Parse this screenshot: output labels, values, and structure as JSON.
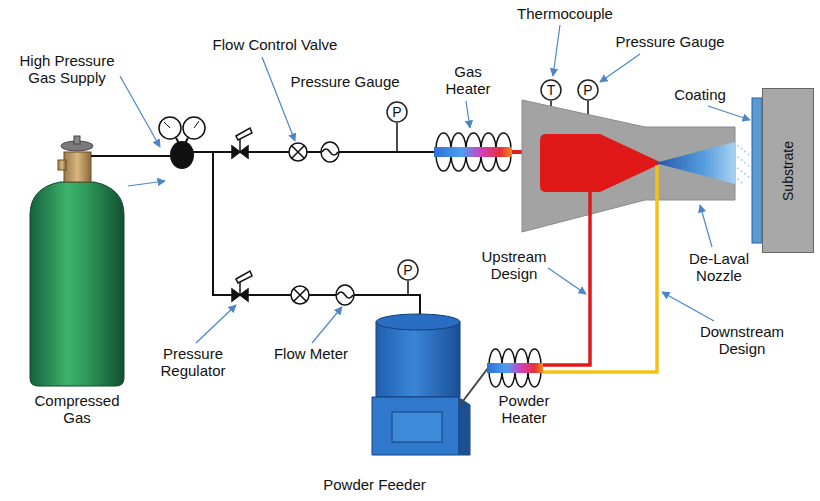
{
  "diagram": {
    "nodes": [
      {
        "text": [
          "T"
        ]
      },
      {
        "text": [
          "P"
        ]
      },
      {
        "text": [
          "P"
        ]
      },
      {
        "text": [
          "Substrate"
        ]
      },
      {
        "text": [
          "P"
        ]
      }
    ],
    "labels": [
      "Thermocouple",
      "Flow Control Valve",
      "Pressure Gauge",
      "High Pressure Gas Supply",
      "Gas Heater",
      "Pressure Gauge",
      "Coating",
      "Upstream Design",
      "De-Laval Nozzle",
      "Downstream Design",
      "Pressure Regulator",
      "Flow Meter",
      "Compressed Gas",
      "Powder Heater",
      "Powder Feeder"
    ]
  }
}
